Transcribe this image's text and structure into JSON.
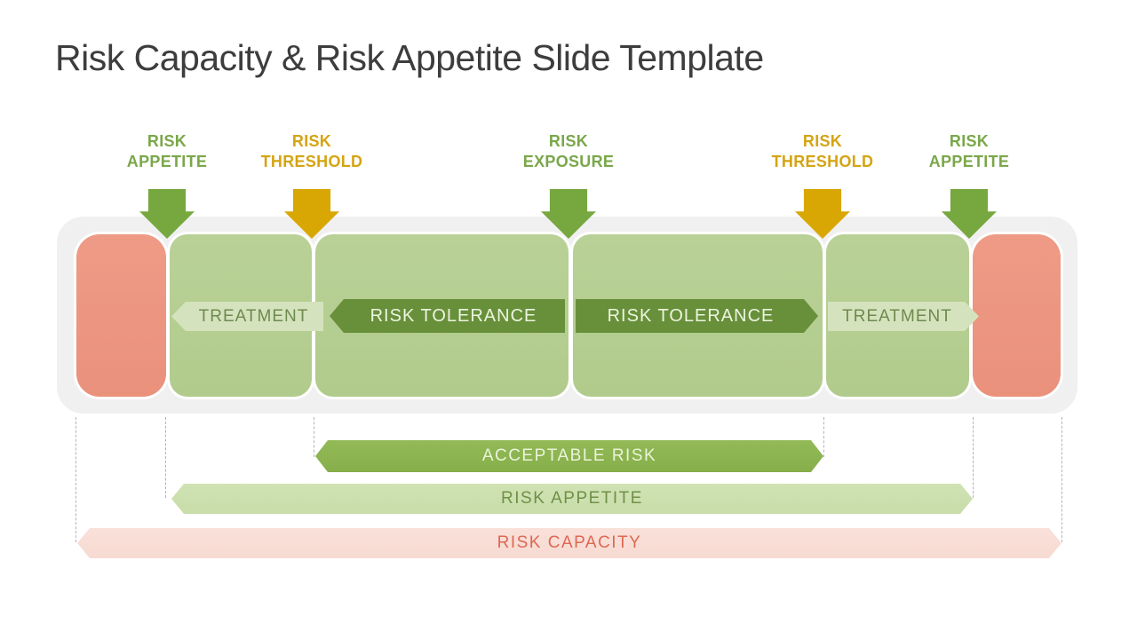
{
  "title": "Risk Capacity & Risk Appetite Slide Template",
  "top_markers": [
    {
      "line1": "RISK",
      "line2": "APPETITE",
      "color": "#7aa74a",
      "arrow_color": "#77a83f"
    },
    {
      "line1": "RISK",
      "line2": "THRESHOLD",
      "color": "#d4a412",
      "arrow_color": "#d9a704"
    },
    {
      "line1": "RISK",
      "line2": "EXPOSURE",
      "color": "#7aa74a",
      "arrow_color": "#77a83f"
    },
    {
      "line1": "RISK",
      "line2": "THRESHOLD",
      "color": "#d4a412",
      "arrow_color": "#d9a704"
    },
    {
      "line1": "RISK",
      "line2": "APPETITE",
      "color": "#7aa74a",
      "arrow_color": "#77a83f"
    }
  ],
  "band": {
    "treatment_left": "TREATMENT",
    "tolerance_left": "RISK TOLERANCE",
    "tolerance_right": "RISK TOLERANCE",
    "treatment_right": "TREATMENT"
  },
  "bottom_bars": [
    {
      "label": "ACCEPTABLE RISK",
      "bg": "#8cb450",
      "text_color": "#ebf3da"
    },
    {
      "label": "RISK APPETITE",
      "bg": "#cde0af",
      "text_color": "#6f9048"
    },
    {
      "label": "RISK CAPACITY",
      "bg": "#f9ded7",
      "text_color": "#de6853"
    }
  ],
  "colors": {
    "title": "#3d3d3d",
    "container": "#f0f0f0",
    "block_green": "#b6cf92",
    "block_salmon": "#ec9680",
    "tolerance_bar": "#68903a",
    "treatment_banner": "#d4e3bd",
    "dashed_line": "#b3b3b3"
  }
}
